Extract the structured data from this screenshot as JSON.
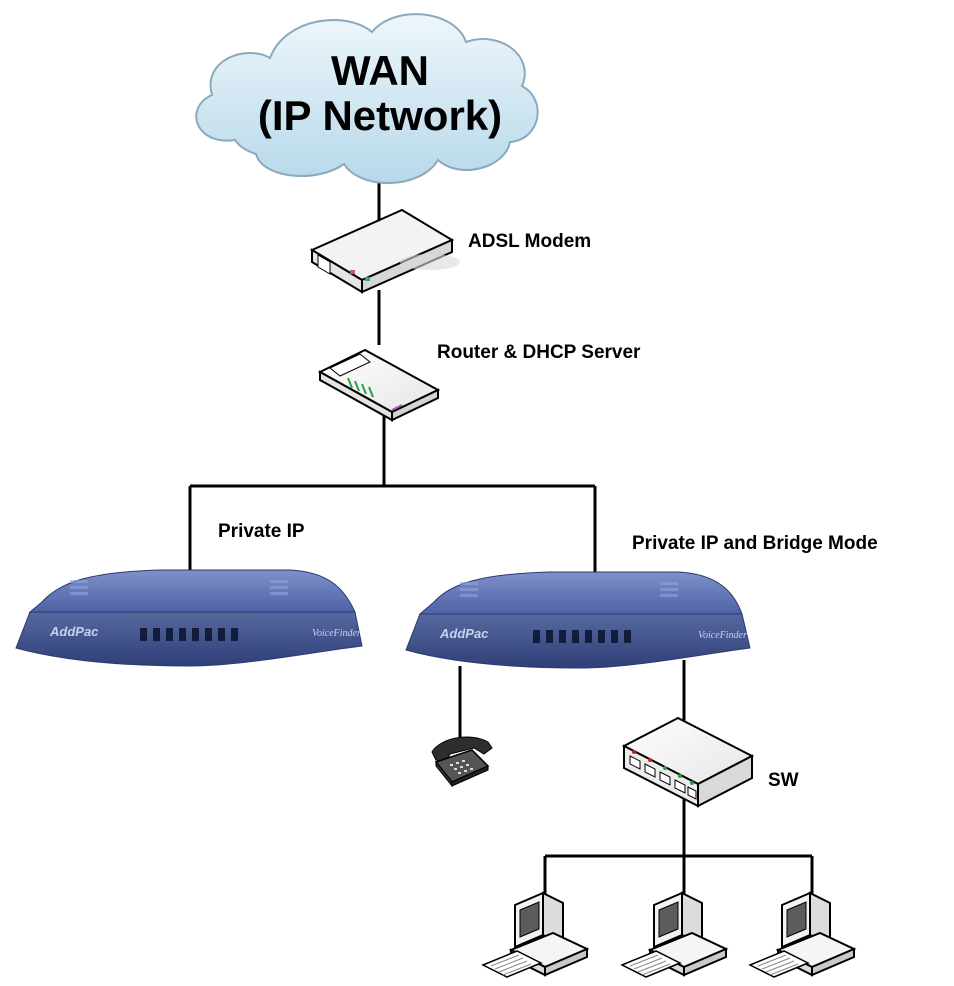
{
  "cloud": {
    "line1": "WAN",
    "line2": "(IP Network)"
  },
  "labels": {
    "adsl_modem": "ADSL Modem",
    "router": "Router & DHCP Server",
    "private_ip": "Private IP",
    "private_ip_bridge": "Private IP and Bridge Mode",
    "switch": "SW"
  },
  "devices": {
    "gateway_brand": "AddPac",
    "gateway_model": "VoiceFinder"
  },
  "colors": {
    "cloud_fill": "#cfe6f3",
    "gateway_blue": "#5a6fb0",
    "wire": "#000000"
  }
}
